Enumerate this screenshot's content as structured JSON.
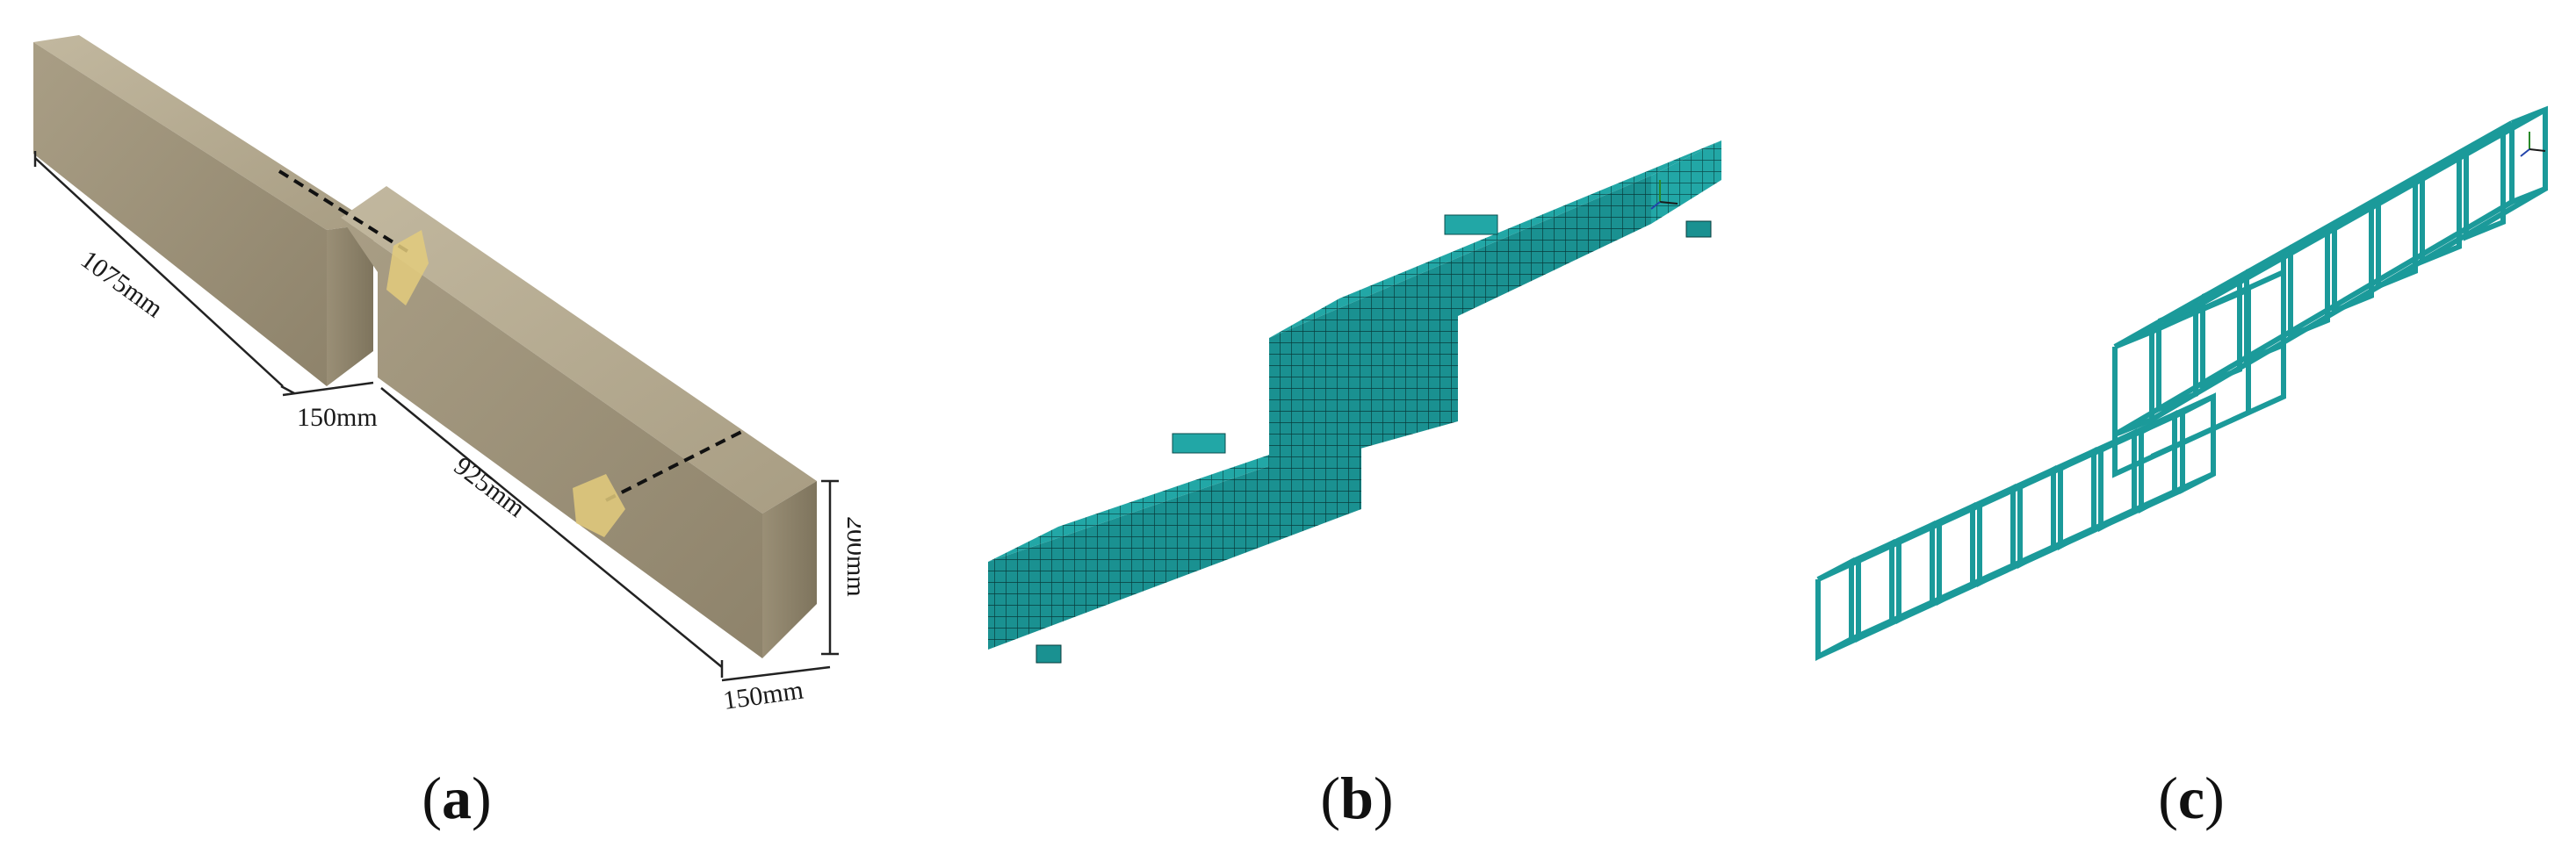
{
  "panels": [
    {
      "id": "a",
      "caption": "(a)",
      "caption_letter": "a",
      "dimensions": {
        "length_left": "1075mm",
        "offset": "150mm",
        "length_right": "925mm",
        "height": "200mm",
        "width": "150mm"
      },
      "colors": {
        "concrete_top": "#b3a88f",
        "concrete_front": "#9c9077",
        "concrete_side": "#8a7f67",
        "crack_marker": "#e0c878"
      }
    },
    {
      "id": "b",
      "caption": "(b)",
      "caption_letter": "b",
      "colors": {
        "mesh_fill": "#1fa3a3",
        "mesh_line": "#0b4c4c"
      }
    },
    {
      "id": "c",
      "caption": "(c)",
      "caption_letter": "c",
      "colors": {
        "rebar": "#1b9a9a",
        "rebar_edge": "#0b5555"
      }
    }
  ]
}
